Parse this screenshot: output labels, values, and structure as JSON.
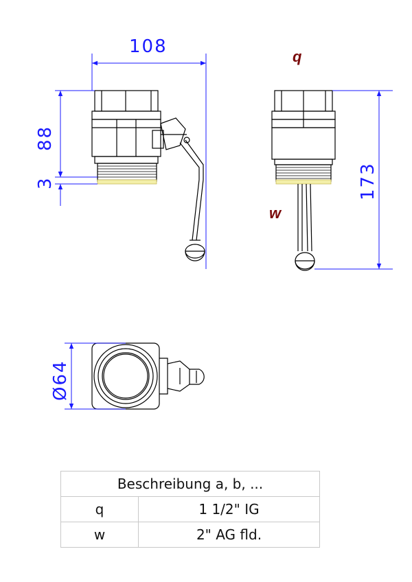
{
  "dimensions": {
    "width": "108",
    "height_body": "88",
    "thread_depth": "3",
    "total_height": "173",
    "diameter": "Ø64"
  },
  "markers": {
    "q": "q",
    "w": "w"
  },
  "colors": {
    "dimension": "#1a1aff",
    "marker": "#7a0a0a",
    "outline": "#000000",
    "thread_highlight": "#f3efa8"
  },
  "table": {
    "header": "Beschreibung a, b, ...",
    "rows": [
      {
        "key": "q",
        "value": "1 1/2\" IG"
      },
      {
        "key": "w",
        "value": "2\" AG fld."
      }
    ]
  }
}
